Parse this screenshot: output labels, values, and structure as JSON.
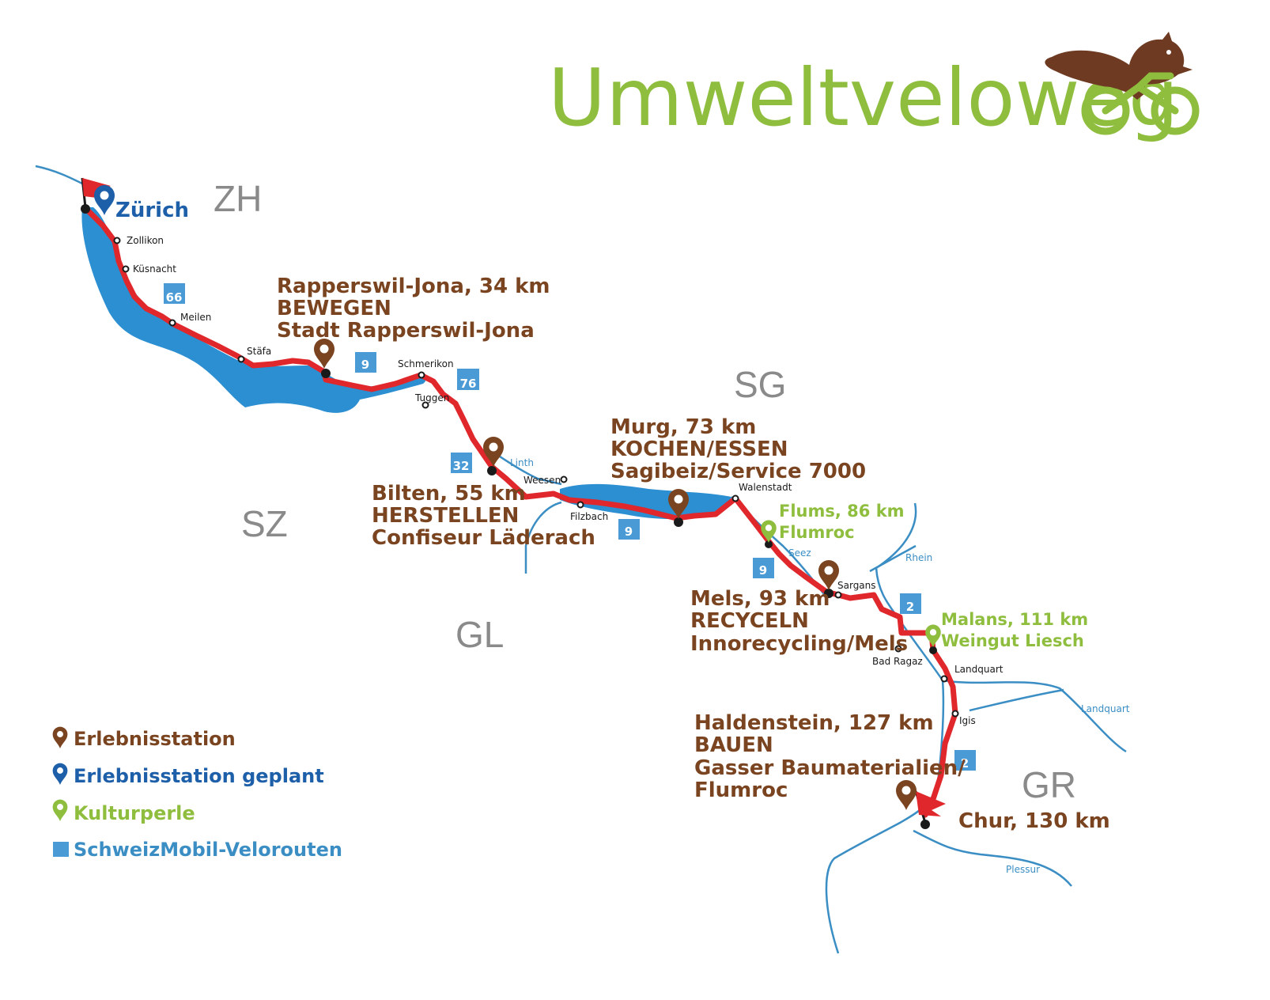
{
  "logo": {
    "text": "Umweltveloweg"
  },
  "cantons": {
    "zh": "ZH",
    "sz": "SZ",
    "gl": "GL",
    "sg": "SG",
    "gr": "GR"
  },
  "towns": {
    "zollikon": "Zollikon",
    "kuesnacht": "Küsnacht",
    "meilen": "Meilen",
    "staefa": "Stäfa",
    "schmerikon": "Schmerikon",
    "tuggen": "Tuggen",
    "weesen": "Weesen",
    "filzbach": "Filzbach",
    "walenstadt": "Walenstadt",
    "sargans": "Sargans",
    "bad_ragaz": "Bad Ragaz",
    "landquart": "Landquart",
    "igis": "Igis"
  },
  "rivers": {
    "linth": "Linth",
    "seez": "Seez",
    "rhein": "Rhein",
    "landquart": "Landquart",
    "plessur": "Plessur"
  },
  "stations": {
    "zurich": "Zürich",
    "rapperswil": [
      "Rapperswil-Jona, 34 km",
      "BEWEGEN",
      "Stadt Rapperswil-Jona"
    ],
    "bilten": [
      "Bilten, 55 km",
      "HERSTELLEN",
      "Confiseur Läderach"
    ],
    "murg": [
      "Murg,  73 km",
      "KOCHEN/ESSEN",
      "Sagibeiz/Service 7000"
    ],
    "flums": [
      "Flums, 86 km",
      "Flumroc"
    ],
    "mels": [
      "Mels, 93 km",
      "RECYCELN",
      "Innorecycling/Mels"
    ],
    "malans": [
      "Malans, 111 km",
      "Weingut Liesch"
    ],
    "haldenstein": [
      "Haldenstein, 127 km",
      "BAUEN",
      "Gasser Baumaterialien/",
      "Flumroc"
    ],
    "chur": "Chur, 130 km"
  },
  "route_signs": {
    "r66": "66",
    "r9": "9",
    "r76": "76",
    "r32": "32",
    "r2": "2"
  },
  "legend": {
    "items": [
      {
        "label": "Erlebnisstation",
        "color": "#7a4420",
        "icon": "pin-icon"
      },
      {
        "label": "Erlebnisstation geplant",
        "color": "#1d5fa8",
        "icon": "pin-icon"
      },
      {
        "label": "Kulturperle",
        "color": "#8fbe3f",
        "icon": "pin-icon"
      },
      {
        "label": "SchweizMobil-Velorouten",
        "color": "#3b8ec4",
        "icon": "route-sign-icon"
      }
    ]
  },
  "colors": {
    "route": "#e0272c",
    "water": "#2b8fd1",
    "brown": "#7a4420",
    "green": "#8fbe3f",
    "blue": "#1d5fa8"
  }
}
